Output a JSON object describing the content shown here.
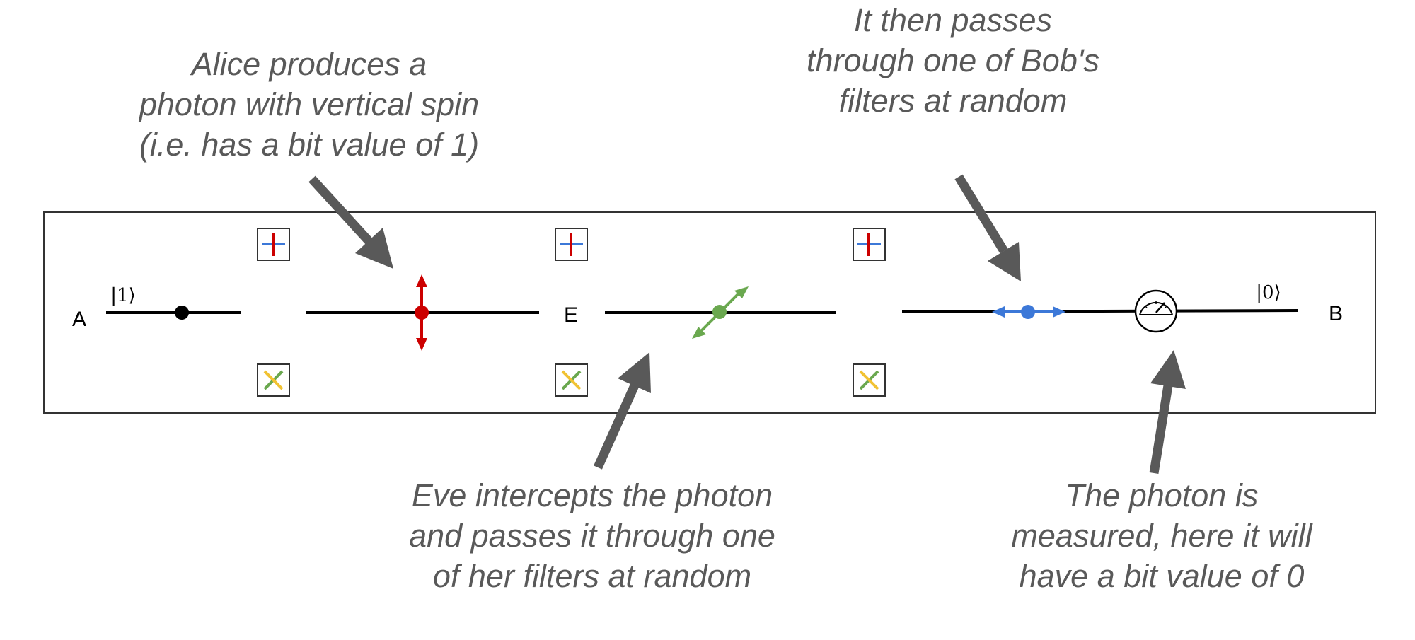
{
  "captions": {
    "alice": [
      "Alice produces a",
      "photon with vertical spin",
      "(i.e. has a bit value of 1)"
    ],
    "bob_filter": [
      "It then passes",
      "through one of Bob's",
      "filters at random"
    ],
    "eve": [
      "Eve intercepts the photon",
      "and passes it through one",
      "of her filters at random"
    ],
    "measure": [
      "The photon is",
      "measured, here it will",
      "have a bit value of 0"
    ]
  },
  "nodes": {
    "alice_label": "A",
    "eve_label": "E",
    "bob_label": "B"
  },
  "kets": {
    "alice": "|1⟩",
    "bob": "|0⟩"
  },
  "filters": {
    "rectilinear": [
      "filter-plus",
      "filter-plus",
      "filter-plus"
    ],
    "diagonal": [
      "filter-cross",
      "filter-cross",
      "filter-cross"
    ]
  },
  "photons": {
    "source": "dot",
    "alice": "vertical",
    "eve": "diagonal",
    "bob": "horizontal"
  },
  "icons": {
    "arrow": "arrow-icon",
    "meter": "meter-icon"
  },
  "colors": {
    "caption": "#595959",
    "arrow": "#595959",
    "frame": "#333333",
    "line": "#000000",
    "red": "#cc0000",
    "blue": "#3c78d8",
    "green": "#6aa84f",
    "yellow": "#f1c232"
  }
}
